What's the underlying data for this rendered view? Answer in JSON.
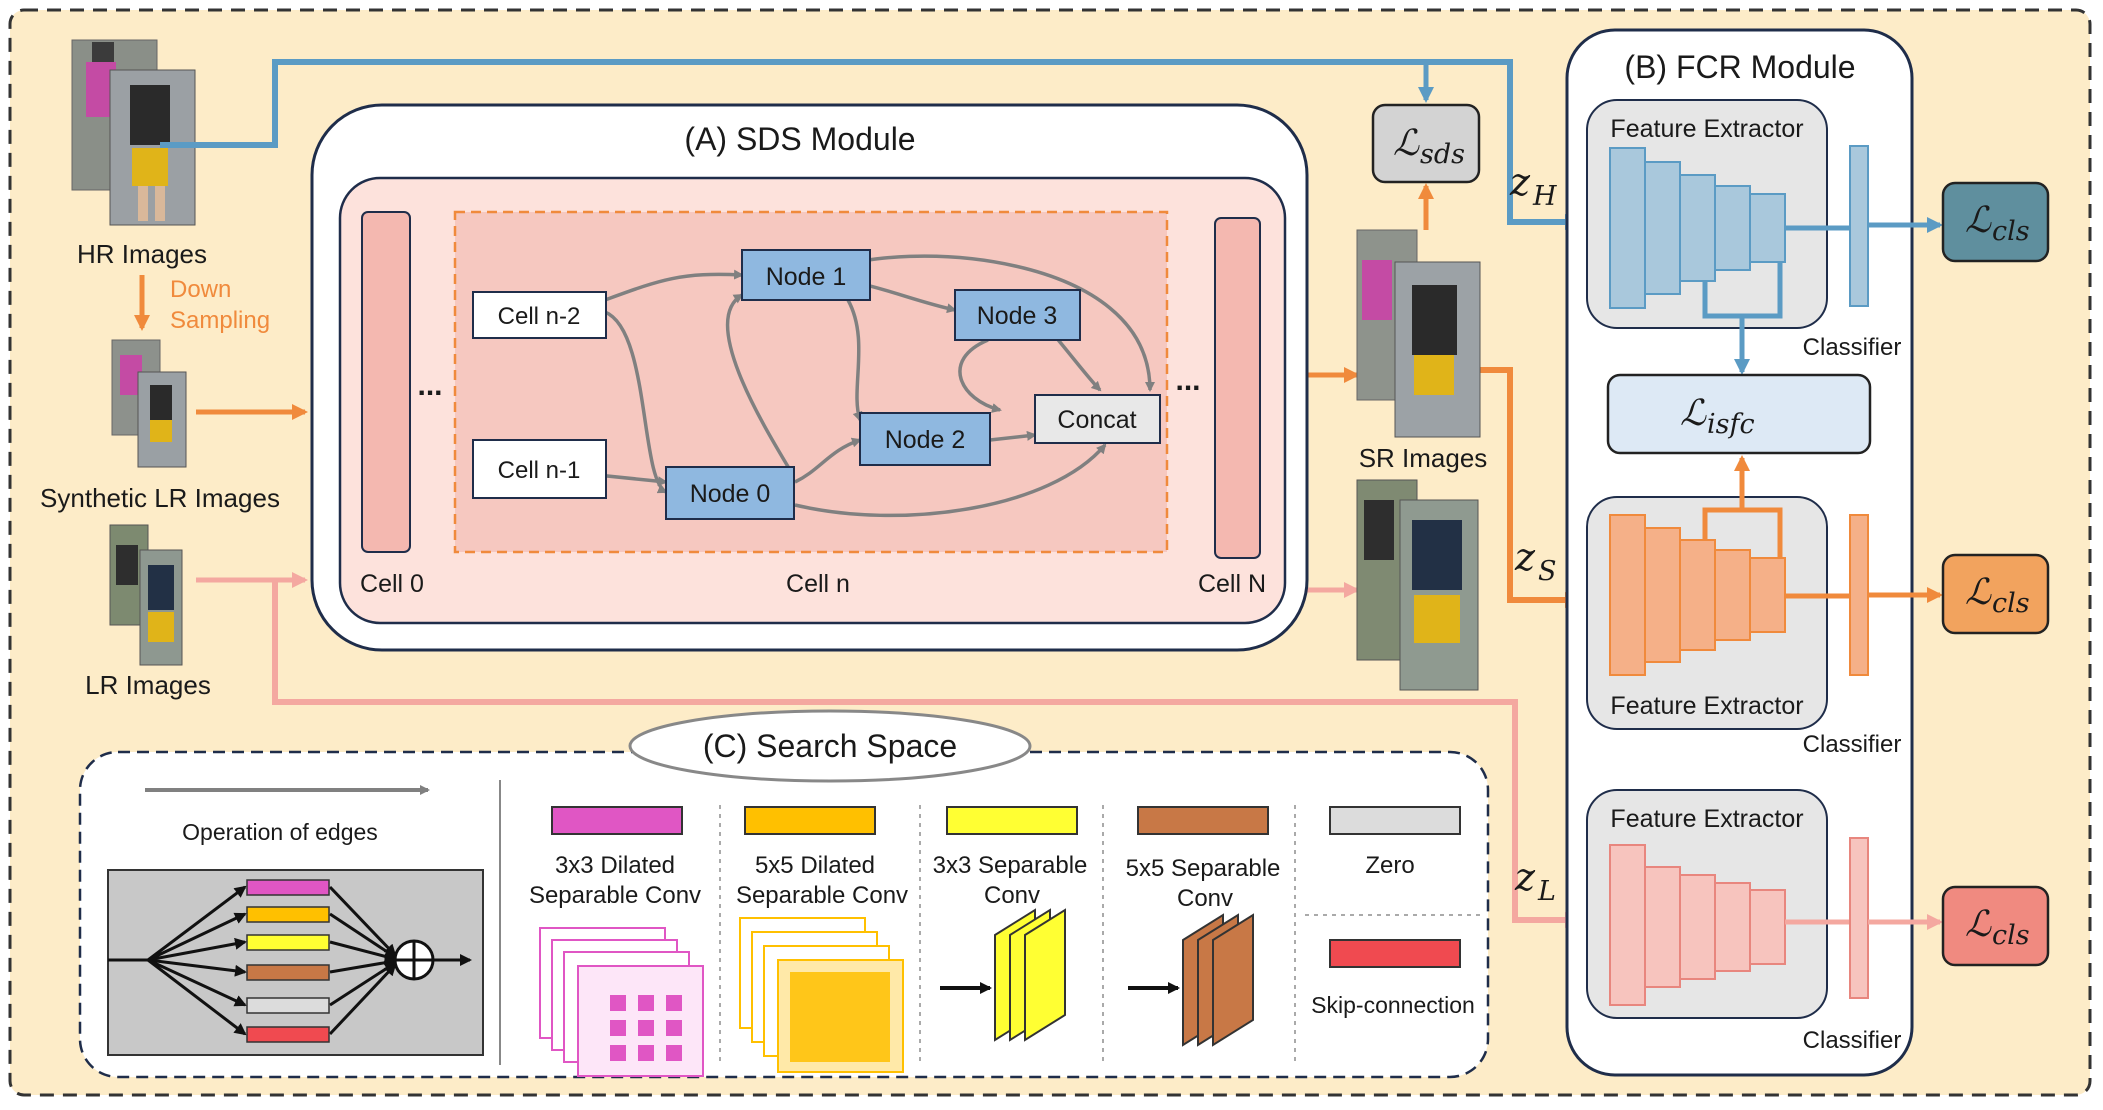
{
  "inputs": {
    "hr_images": "HR Images",
    "down_sampling_1": "Down",
    "down_sampling_2": "Sampling",
    "synthetic_lr_images": "Synthetic LR Images",
    "lr_images": "LR Images"
  },
  "sds_module": {
    "title": "(A) SDS Module",
    "cell_0": "Cell 0",
    "cell_n": "Cell n",
    "cell_N": "Cell N",
    "ellipsis": "...",
    "inner_inputs": [
      "Cell n-2",
      "Cell n-1"
    ],
    "nodes": [
      "Node 0",
      "Node 1",
      "Node 2",
      "Node 3"
    ],
    "concat": "Concat"
  },
  "middle": {
    "loss_sds_main": "ℒ",
    "loss_sds_sub": "sds",
    "sr_images": "SR Images",
    "z_h": "z",
    "z_h_sub": "H",
    "z_s": "z",
    "z_s_sub": "S",
    "z_l": "z",
    "z_l_sub": "L"
  },
  "fcr_module": {
    "title": "(B) FCR Module",
    "feature_extractor": "Feature Extractor",
    "classifier": "Classifier",
    "loss_cls_main": "ℒ",
    "loss_cls_sub": "cls",
    "loss_isfc_main": "ℒ",
    "loss_isfc_sub": "isfc"
  },
  "search_space": {
    "title": "(C) Search Space",
    "operation_of_edges": "Operation of edges",
    "ops": [
      {
        "line1": "3x3 Dilated",
        "line2": "Separable Conv",
        "color": "#e056c4"
      },
      {
        "line1": "5x5 Dilated",
        "line2": "Separable Conv",
        "color": "#ffc000"
      },
      {
        "line1": "3x3 Separable",
        "line2": "Conv",
        "color": "#ffff33"
      },
      {
        "line1": "5x5 Separable",
        "line2": "Conv",
        "color": "#c87846"
      },
      {
        "line1": "Zero",
        "line2": "",
        "color": "#dcdcdc"
      },
      {
        "line1": "Skip-connection",
        "line2": "",
        "color": "#f04a50"
      }
    ]
  },
  "colors": {
    "background": "#fdecc8",
    "hr_stream": "#5b9bc4",
    "sr_stream": "#f08a3c",
    "lr_stream": "#f4a8a0",
    "node_fill": "#8fb8e0",
    "sds_inner": "#f6c8c0"
  }
}
